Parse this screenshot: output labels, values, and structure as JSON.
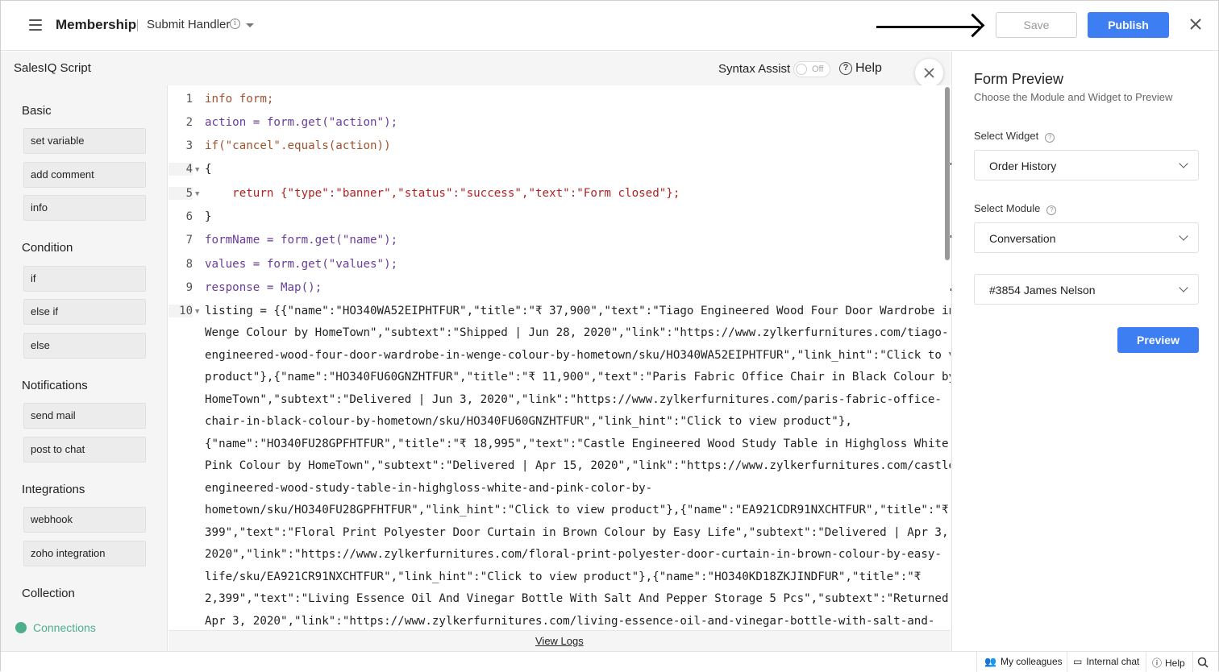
{
  "topbar": {
    "app_title": "Membership",
    "handler_title": "Submit Handler",
    "save_label": "Save",
    "publish_label": "Publish"
  },
  "script_header": {
    "title": "SalesIQ Script",
    "syntax_assist_label": "Syntax Assist",
    "toggle_state": "Off",
    "help_label": "Help"
  },
  "sidebar": {
    "groups": [
      {
        "title": "Basic",
        "items": [
          "set variable",
          "add comment",
          "info"
        ]
      },
      {
        "title": "Condition",
        "items": [
          "if",
          "else if",
          "else"
        ]
      },
      {
        "title": "Notifications",
        "items": [
          "send mail",
          "post to chat"
        ]
      },
      {
        "title": "Integrations",
        "items": [
          "webhook",
          "zoho integration"
        ]
      },
      {
        "title": "Collection",
        "items": []
      }
    ],
    "connections_label": "Connections"
  },
  "editor": {
    "line_numbers": [
      "1",
      "2",
      "3",
      "4",
      "5",
      "6",
      "7",
      "8",
      "9",
      "10"
    ],
    "lines": [
      "info form;",
      "action = form.get(\"action\");",
      "if(\"cancel\".equals(action))",
      "{",
      "    return {\"type\":\"banner\",\"status\":\"success\",\"text\":\"Form closed\"};",
      "}",
      "formName = form.get(\"name\");",
      "values = form.get(\"values\");",
      "response = Map();"
    ],
    "line10_wrapped": [
      "listing = {{\"name\":\"HO340WA52EIPHTFUR\",\"title\":\"₹ 37,900\",\"text\":\"Tiago Engineered Wood Four Door Wardrobe in",
      "Wenge Colour by HomeTown\",\"subtext\":\"Shipped | Jun 28, 2020\",\"link\":\"https://www.zylkerfurnitures.com/tiago-",
      "engineered-wood-four-door-wardrobe-in-wenge-colour-by-hometown/sku/HO340WA52EIPHTFUR\",\"link_hint\":\"Click to view",
      "product\"},{\"name\":\"HO340FU60GNZHTFUR\",\"title\":\"₹ 11,900\",\"text\":\"Paris Fabric Office Chair in Black Colour by",
      "HomeTown\",\"subtext\":\"Delivered | Jun 3, 2020\",\"link\":\"https://www.zylkerfurnitures.com/paris-fabric-office-",
      "chair-in-black-colour-by-hometown/sku/HO340FU60GNZHTFUR\",\"link_hint\":\"Click to view product\"},",
      "{\"name\":\"HO340FU28GPFHTFUR\",\"title\":\"₹ 18,995\",\"text\":\"Castle Engineered Wood Study Table in Highgloss White &",
      "Pink Colour by HomeTown\",\"subtext\":\"Delivered | Apr 15, 2020\",\"link\":\"https://www.zylkerfurnitures.com/castle-",
      "engineered-wood-study-table-in-highgloss-white-and-pink-color-by-",
      "hometown/sku/HO340FU28GPFHTFUR\",\"link_hint\":\"Click to view product\"},{\"name\":\"EA921CDR91NXCHTFUR\",\"title\":\"₹",
      "399\",\"text\":\"Floral Print Polyester Door Curtain in Brown Colour by Easy Life\",\"subtext\":\"Delivered | Apr 3,",
      "2020\",\"link\":\"https://www.zylkerfurnitures.com/floral-print-polyester-door-curtain-in-brown-colour-by-easy-",
      "life/sku/EA921CR91NXCHTFUR\",\"link_hint\":\"Click to view product\"},{\"name\":\"HO340KD18ZKJINDFUR\",\"title\":\"₹",
      "2,399\",\"text\":\"Living Essence Oil And Vinegar Bottle With Salt And Pepper Storage 5 Pcs\",\"subtext\":\"Returned |",
      "Apr 3, 2020\",\"link\":\"https://www.zylkerfurnitures.com/living-essence-oil-and-vinegar-bottle-with-salt-and-"
    ],
    "view_logs_label": "View Logs"
  },
  "form_preview": {
    "title": "Form Preview",
    "subtitle": "Choose the Module and Widget to Preview",
    "widget_label": "Select Widget",
    "widget_value": "Order History",
    "module_label": "Select Module",
    "module_value": "Conversation",
    "record_value": "#3854 James Nelson",
    "preview_label": "Preview"
  },
  "footer": {
    "colleagues_label": "My colleagues",
    "internal_chat_label": "Internal chat",
    "help_label": "Help"
  },
  "colors": {
    "primary_button": "#3d7ff3",
    "connections_green": "#4caf8a"
  }
}
